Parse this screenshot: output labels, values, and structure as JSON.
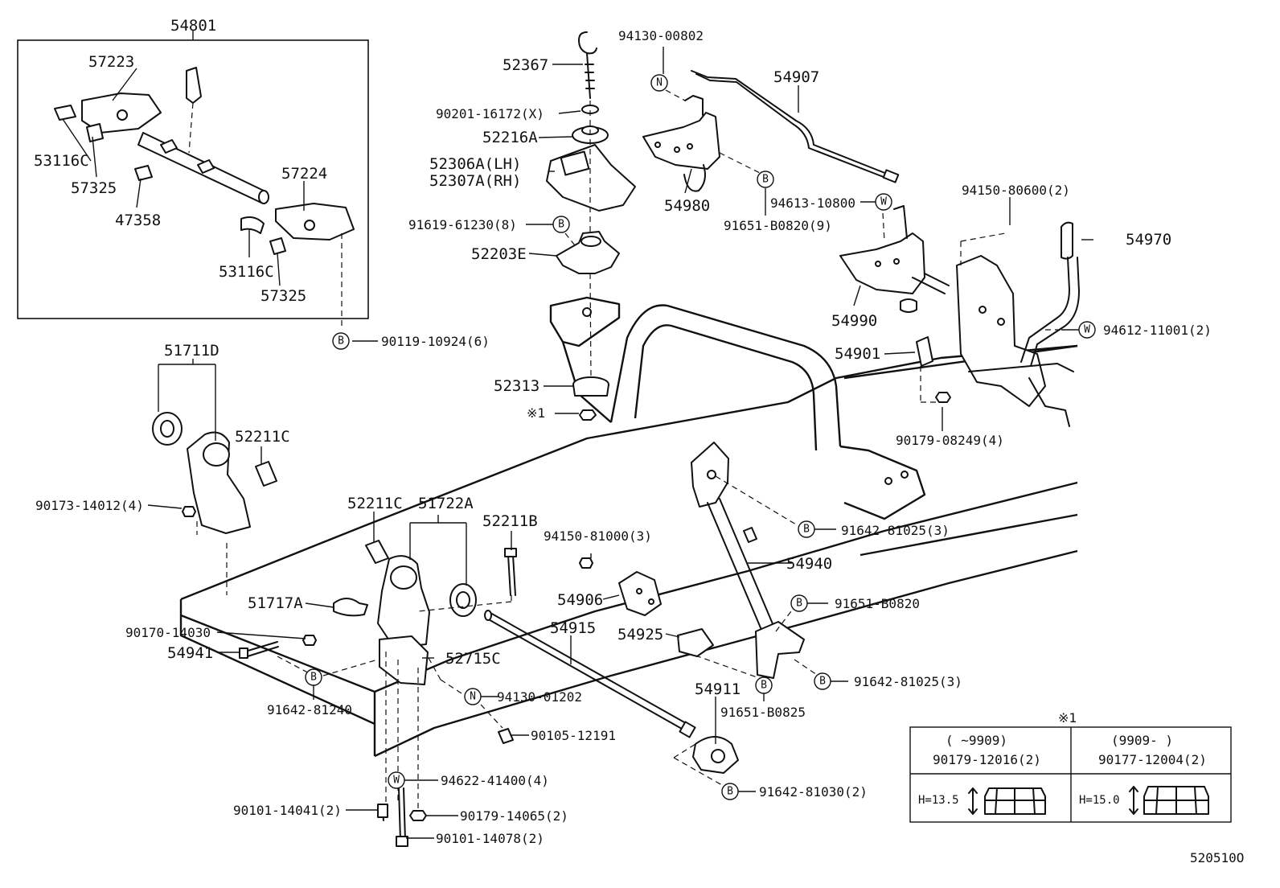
{
  "diagram": {
    "callouts": {
      "c54801": "54801",
      "c57223": "57223",
      "c53116C_a": "53116C",
      "c57325_a": "57325",
      "c47358": "47358",
      "c57224": "57224",
      "c53116C_b": "53116C",
      "c57325_b": "57325",
      "c90119": "90119-10924(6)",
      "c52367": "52367",
      "c90201": "90201-16172(X)",
      "c52216A": "52216A",
      "c52306A": "52306A(LH)",
      "c52307A": "52307A(RH)",
      "c91619": "91619-61230(8)",
      "c52203E": "52203E",
      "c94130_00802": "94130-00802",
      "c54907": "54907",
      "c54980": "54980",
      "c94613": "94613-10800",
      "c91651_b0820_9": "91651-B0820(9)",
      "c94150_80600": "94150-80600(2)",
      "c54970": "54970",
      "c54990": "54990",
      "c94612": "94612-11001(2)",
      "c54901": "54901",
      "c90179_08249": "90179-08249(4)",
      "c52313": "52313",
      "c51711D": "51711D",
      "c52211C_a": "52211C",
      "c90173": "90173-14012(4)",
      "c52211C_b": "52211C",
      "c51722A": "51722A",
      "c52211B": "52211B",
      "c94150_81000": "94150-81000(3)",
      "c91642_81025_a": "91642-81025(3)",
      "c54940": "54940",
      "c51717A": "51717A",
      "c54906": "54906",
      "c91651_b0820": "91651-B0820",
      "c90170": "90170-14030",
      "c54915": "54915",
      "c54925": "54925",
      "c54941": "54941",
      "c52715C": "52715C",
      "c91642_81025_b": "91642-81025(3)",
      "c94130_01202": "94130-01202",
      "c91642_81240": "91642-81240",
      "c54911": "54911",
      "c91651_b0825": "91651-B0825",
      "c90105": "90105-12191",
      "c94622": "94622-41400(4)",
      "c90101_14041": "90101-14041(2)",
      "c90179_14065": "90179-14065(2)",
      "c91642_81030": "91642-81030(2)",
      "c90101_14078": "90101-14078(2)"
    },
    "markers": {
      "B": "B",
      "N": "N",
      "W": "W"
    },
    "note_ref": "※1",
    "note_table": {
      "title": "※1",
      "col1_range": "(     ~9909)",
      "col1_part": "90179-12016(2)",
      "col1_height": "H=13.5",
      "col2_range": "(9909-       )",
      "col2_part": "90177-12004(2)",
      "col2_height": "H=15.0"
    },
    "footer_code": "520510O"
  }
}
